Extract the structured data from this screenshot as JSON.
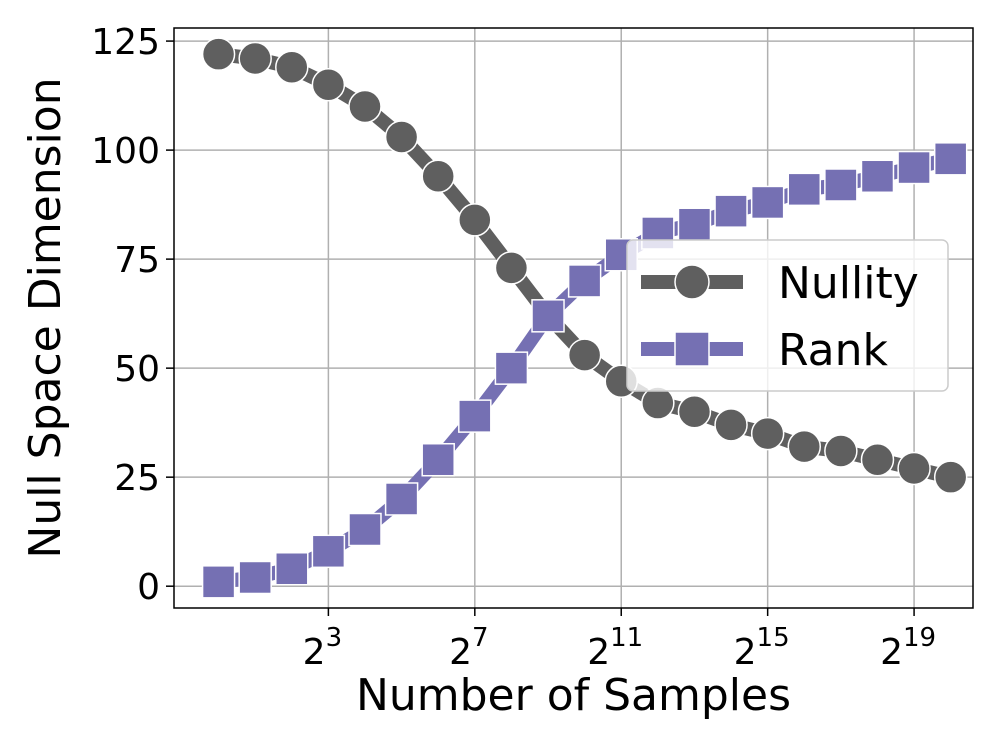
{
  "chart_data": {
    "type": "line",
    "xlabel": "Number of Samples",
    "ylabel": "Null Space Dimension",
    "x_scale": "log2",
    "x": [
      1,
      2,
      4,
      8,
      16,
      32,
      64,
      128,
      256,
      512,
      1024,
      2048,
      4096,
      8192,
      16384,
      32768,
      65536,
      131072,
      262144,
      524288,
      1048576
    ],
    "xlim": [
      0.43,
      1600000
    ],
    "ylim": [
      -5,
      128
    ],
    "x_ticks": [
      {
        "value": 8,
        "base": "2",
        "exp": "3"
      },
      {
        "value": 128,
        "base": "2",
        "exp": "7"
      },
      {
        "value": 2048,
        "base": "2",
        "exp": "11"
      },
      {
        "value": 32768,
        "base": "2",
        "exp": "15"
      },
      {
        "value": 524288,
        "base": "2",
        "exp": "19"
      }
    ],
    "y_ticks": [
      {
        "value": 0,
        "label": "0"
      },
      {
        "value": 25,
        "label": "25"
      },
      {
        "value": 50,
        "label": "50"
      },
      {
        "value": 75,
        "label": "75"
      },
      {
        "value": 100,
        "label": "100"
      },
      {
        "value": 125,
        "label": "125"
      }
    ],
    "grid": true,
    "legend": {
      "placement": "center-right"
    },
    "series": [
      {
        "name": "Nullity",
        "color": "#5f5f5f",
        "marker": "circle",
        "values": [
          122,
          121,
          119,
          115,
          110,
          103,
          94,
          84,
          73,
          62,
          53,
          47,
          42,
          40,
          37,
          35,
          32,
          31,
          29,
          27,
          25
        ]
      },
      {
        "name": "Rank",
        "color": "#7570b3",
        "marker": "square",
        "values": [
          1,
          2,
          4,
          8,
          13,
          20,
          29,
          39,
          50,
          62,
          70,
          76,
          81,
          83,
          86,
          88,
          91,
          92,
          94,
          96,
          98
        ]
      }
    ]
  }
}
